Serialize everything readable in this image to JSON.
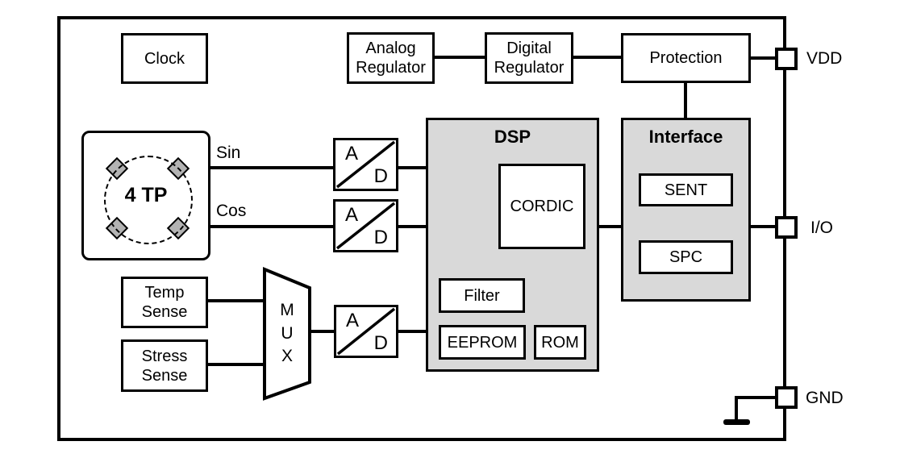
{
  "colors": {
    "line": "#000000",
    "block_fill": "#ffffff",
    "gray_block_fill": "#d9d9d9",
    "diamond_fill": "#b3b3b3"
  },
  "blocks": {
    "clock": {
      "label": "Clock"
    },
    "analog_regulator": {
      "label": "Analog\nRegulator"
    },
    "digital_regulator": {
      "label": "Digital\nRegulator"
    },
    "protection": {
      "label": "Protection"
    },
    "sensor": {
      "label": "4 TP"
    },
    "temp_sense": {
      "label": "Temp\nSense"
    },
    "stress_sense": {
      "label": "Stress\nSense"
    },
    "mux": {
      "letters": [
        "M",
        "U",
        "X"
      ]
    },
    "adc": {
      "a": "A",
      "d": "D"
    },
    "dsp": {
      "label": "DSP",
      "cordic": "CORDIC",
      "filter": "Filter",
      "eeprom": "EEPROM",
      "rom": "ROM"
    },
    "interface": {
      "label": "Interface",
      "sent": "SENT",
      "spc": "SPC"
    }
  },
  "signals": {
    "sin": "Sin",
    "cos": "Cos"
  },
  "pins": {
    "vdd": "VDD",
    "io": "I/O",
    "gnd": "GND"
  }
}
